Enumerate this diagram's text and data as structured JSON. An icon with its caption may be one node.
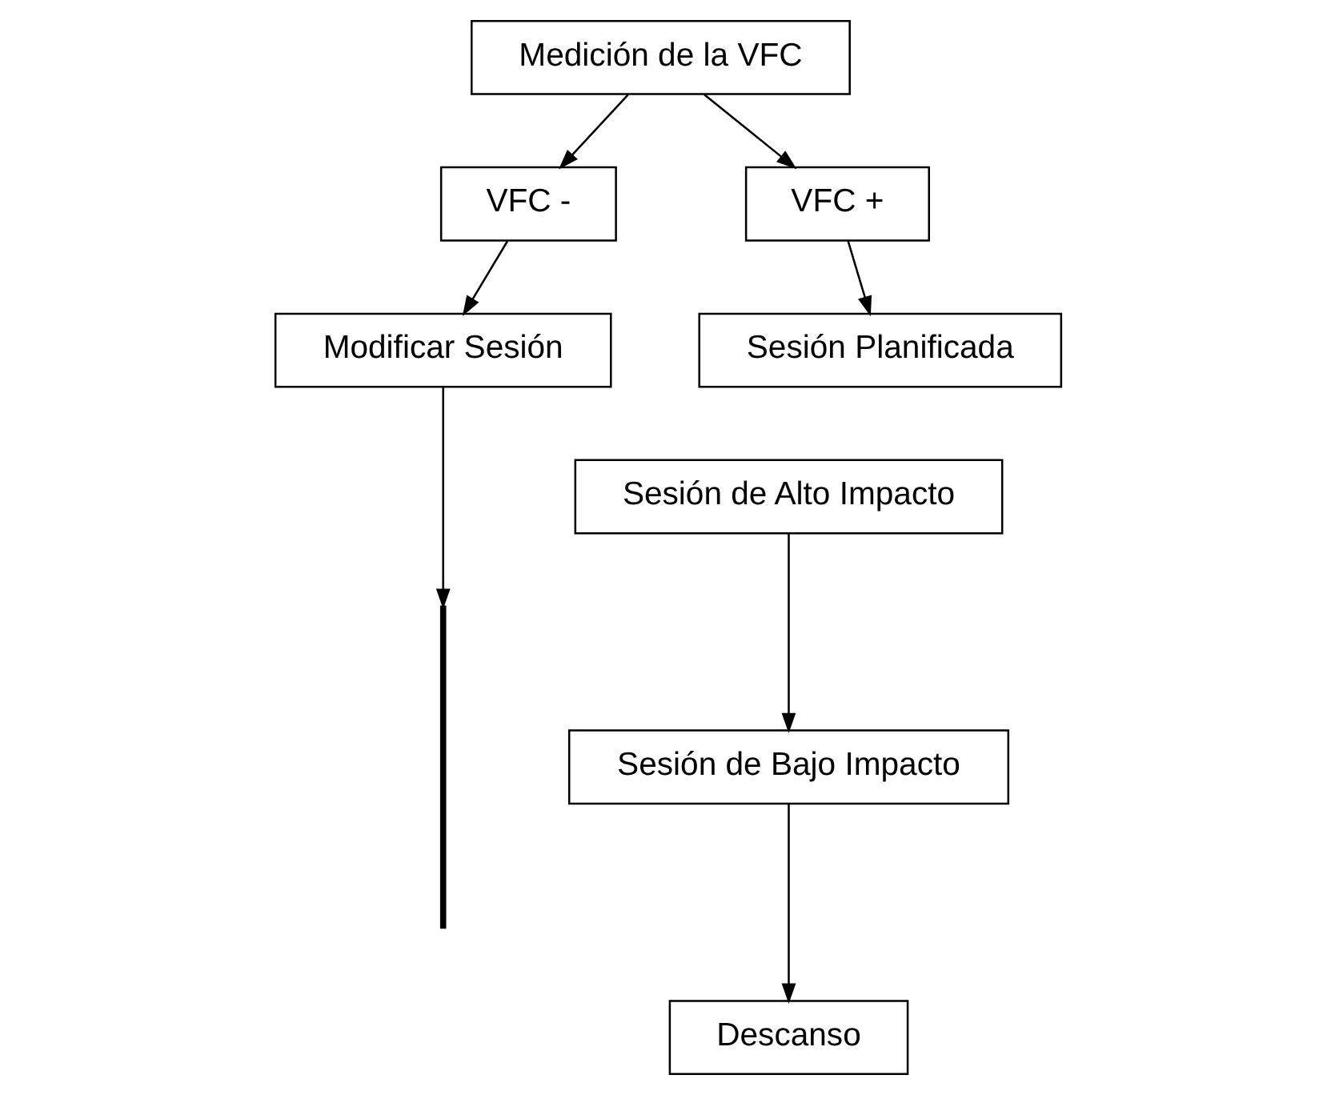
{
  "diagram": {
    "nodes": [
      {
        "text": [
          "Medición de la VFC"
        ]
      },
      {
        "text": [
          "VFC -"
        ]
      },
      {
        "text": [
          "VFC +"
        ]
      },
      {
        "text": [
          "Modificar Sesión"
        ]
      },
      {
        "text": [
          "Sesión Planificada"
        ]
      },
      {
        "text": [
          "Sesión de Alto Impacto"
        ]
      },
      {
        "text": [
          "Sesión de Bajo Impacto"
        ]
      },
      {
        "text": [
          "Descanso"
        ]
      },
      {
        "text": [],
        "shape": "bracket"
      }
    ],
    "edges": [
      {
        "from": 0,
        "to": 1,
        "arrow": "to"
      },
      {
        "from": 0,
        "to": 2,
        "arrow": "to"
      },
      {
        "from": 1,
        "to": 3,
        "arrow": "to"
      },
      {
        "from": 2,
        "to": 4,
        "arrow": "to"
      },
      {
        "from": 5,
        "to": 6,
        "arrow": "to"
      },
      {
        "from": 6,
        "to": 7,
        "arrow": "to"
      },
      {
        "from": 3,
        "to": 8,
        "arrow": "to"
      }
    ]
  }
}
